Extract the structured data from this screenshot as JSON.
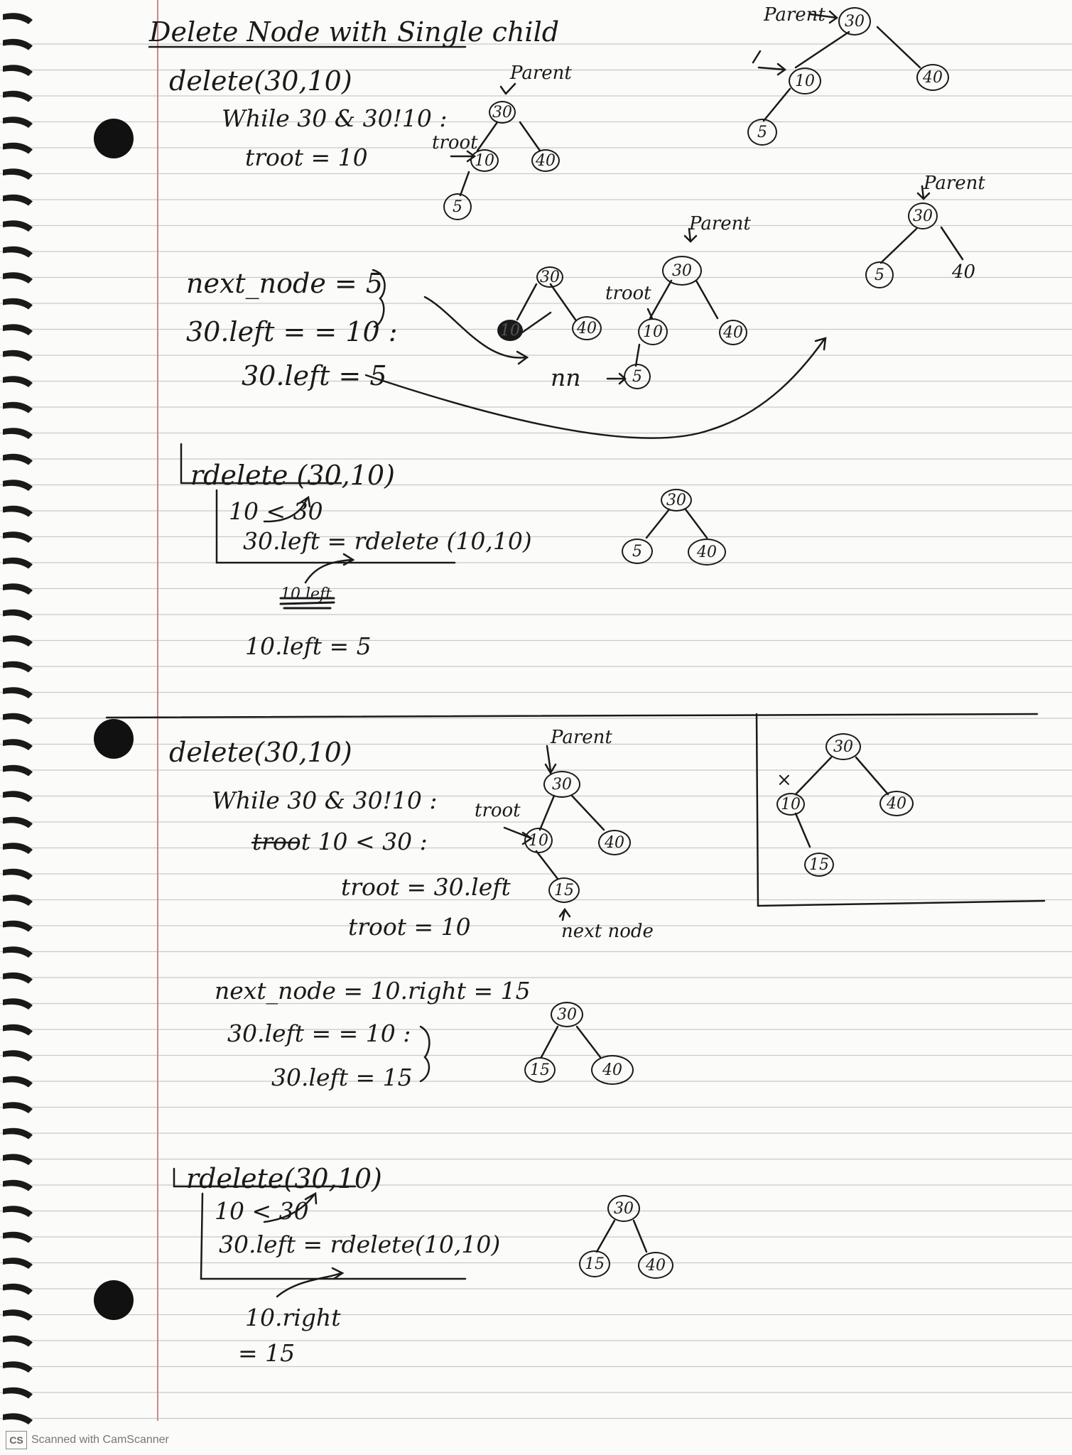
{
  "title": "Delete Node with Single child",
  "section1": {
    "call": "delete(30,10)",
    "loop": "While 30 & 30!10 :",
    "troot_assign": "troot = 10",
    "next_node": "next_node = 5",
    "check": "30.left = = 10 :",
    "assign": "30.left = 5",
    "rdelete_call": "rdelete (30,10)",
    "cmp": "10 < 30",
    "rec": "30.left = rdelete (10,10)",
    "scratch": "10.left",
    "result": "10.left = 5"
  },
  "section2": {
    "call": "delete(30,10)",
    "loop": "While 30 & 30!10 :",
    "cond": "troot  10 < 30 :",
    "troot_left": "troot = 30.left",
    "troot_val": "troot = 10",
    "next_node": "next_node = 10.right = 15",
    "check": "30.left = = 10 :",
    "assign": "30.left = 15",
    "rdelete_call": "rdelete(30,10)",
    "cmp": "10 < 30",
    "rec": "30.left = rdelete(10,10)",
    "right": "10.right",
    "right_val": "= 15"
  },
  "labels": {
    "parent": "Parent",
    "troot": "troot",
    "nn": "nn",
    "next_node_label": "next node",
    "x_mark": "×"
  },
  "nodes": {
    "n30": "30",
    "n10": "10",
    "n40": "40",
    "n5": "5",
    "n15": "15"
  },
  "footer": {
    "logo": "CS",
    "text": "Scanned with CamScanner"
  }
}
